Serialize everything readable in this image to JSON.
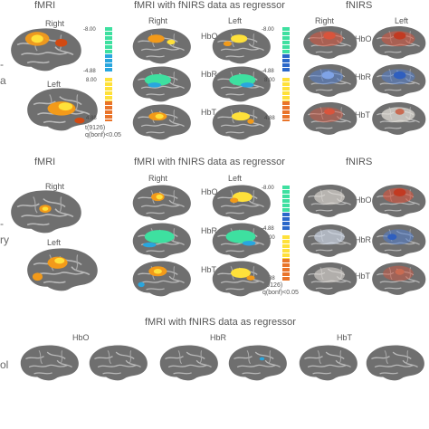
{
  "colors": {
    "brain_base": "#6f6f6f",
    "sulci": "#b9b9b9",
    "pos_dark": "#d24a12",
    "pos_mid": "#f29a1a",
    "pos_light": "#ffe13a",
    "neg_dark": "#1b45a8",
    "neg_mid": "#29a6de",
    "neg_light": "#3ee0a0",
    "fnirs_red": "#d9543c",
    "fnirs_blue": "#4f7fd6"
  },
  "panels": [
    {
      "col_fmri": "fMRI",
      "col_regressor": "fMRI with fNIRS data as regressor",
      "col_fnirs": "fNIRS",
      "right": "Right",
      "left": "Left",
      "hbo": "HbO",
      "hbr": "HbR",
      "hbt": "HbT",
      "scale_top": "-8.00",
      "scale_mid_neg": "-4.88",
      "scale_mid_pos": "8.00",
      "scale_bottom": "4.88",
      "stat_label": "t(9126)",
      "q_label": "q(bonf)<0.05"
    },
    {
      "col_fmri": "fMRI",
      "col_regressor": "fMRI with fNIRS data as regressor",
      "col_fnirs": "fNIRS",
      "right": "Right",
      "left": "Left",
      "hbo": "HbO",
      "hbr": "HbR",
      "hbt": "HbT",
      "scale_top": "-8.00",
      "scale_mid_neg": "-4.88",
      "scale_mid_pos": "8.00",
      "scale_bottom": "4.88",
      "stat_label": "t(9126)",
      "q_label": "q(bonf)<0.05"
    }
  ],
  "bottom": {
    "title": "fMRI with fNIRS data as regressor",
    "hbo": "HbO",
    "hbr": "HbR",
    "hbt": "HbT"
  },
  "side_marks": [
    "-",
    "a",
    "-",
    "ry",
    "ol"
  ]
}
